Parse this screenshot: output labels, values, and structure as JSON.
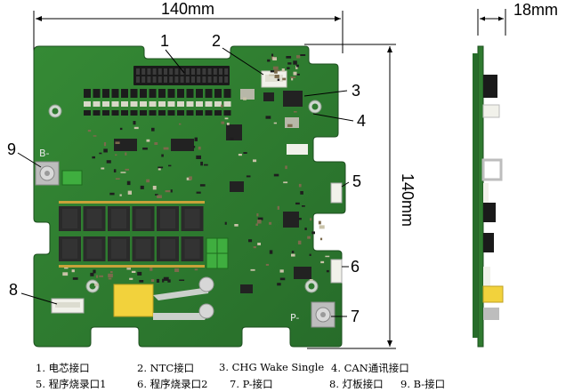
{
  "dimensions": {
    "board_width": "140mm",
    "board_height": "140mm",
    "board_thickness": "18mm"
  },
  "callouts": [
    "1",
    "2",
    "3",
    "4",
    "5",
    "6",
    "7",
    "8",
    "9"
  ],
  "silkscreen": {
    "b_minus": "B-",
    "p_minus": "P-"
  },
  "legend": [
    {
      "text": "1. 电芯接口"
    },
    {
      "text": "2. NTC接口"
    },
    {
      "text": "3. CHG Wake Single"
    },
    {
      "text": "4. CAN通讯接口"
    },
    {
      "text": "5. 程序烧录口1"
    },
    {
      "text": "6. 程序烧录口2"
    },
    {
      "text": "7. P-接口"
    },
    {
      "text": "8. 灯板接口"
    },
    {
      "text": "9. B-接口"
    }
  ],
  "colors": {
    "pcb": "#2f7a2f",
    "pcb_dark": "#1f5a22",
    "mosfet": "#2a2a2a",
    "connector_white": "#f1f1ea",
    "yellow_part": "#f2d23c"
  }
}
